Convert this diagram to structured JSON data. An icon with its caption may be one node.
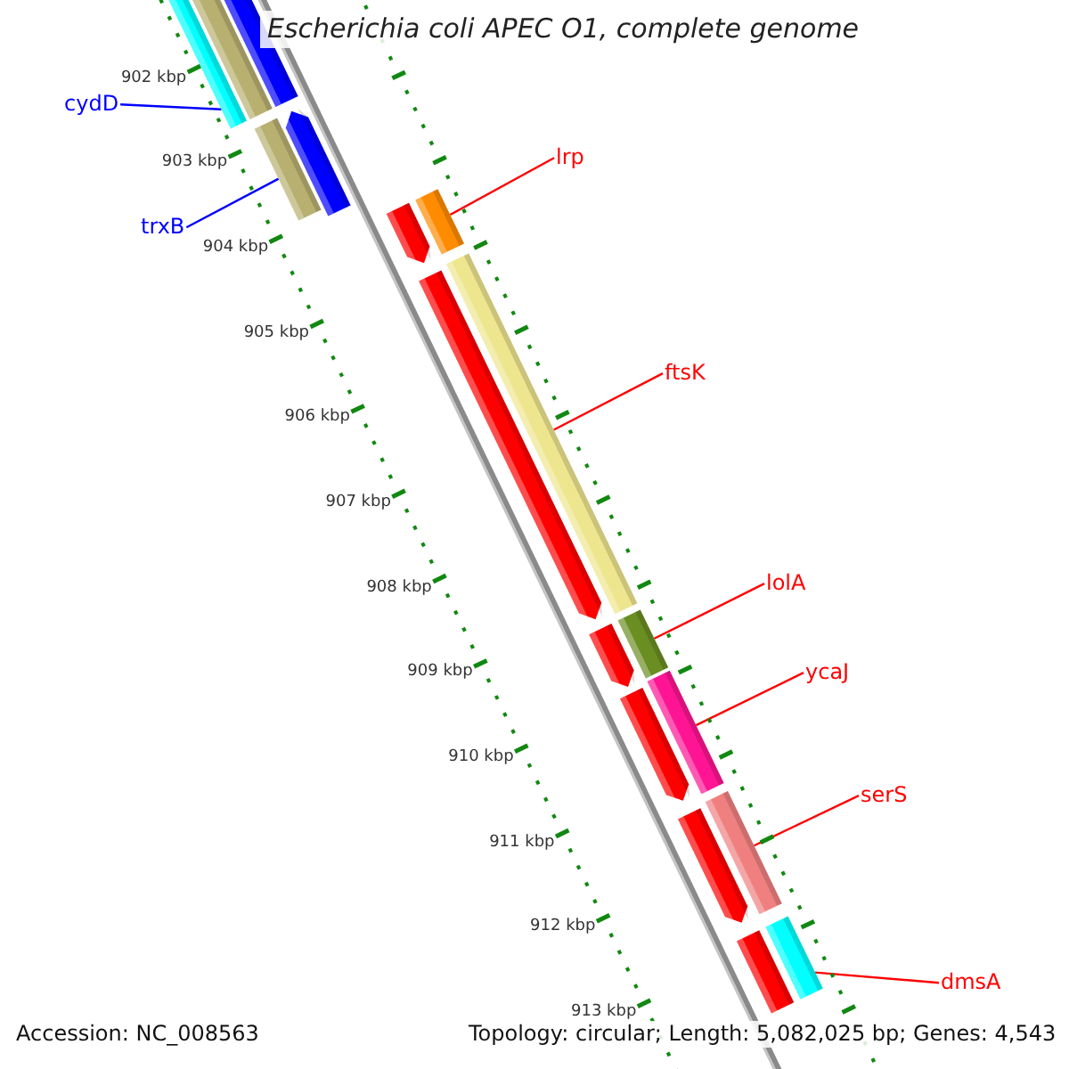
{
  "diagram": {
    "title": "Escherichia coli APEC O1, complete genome",
    "nodes": [
      {
        "text": [
          "cydD"
        ]
      },
      {
        "text": [],
        "shape": "bar"
      },
      {
        "text": [],
        "shape": "bar"
      },
      {
        "text": [],
        "shape": "bar"
      },
      {
        "text": [
          "trxB"
        ]
      },
      {
        "text": [],
        "shape": "bar"
      },
      {
        "text": [],
        "shape": "arrow"
      },
      {
        "text": [
          "lrp"
        ]
      },
      {
        "text": [],
        "shape": "arrow"
      },
      {
        "text": [],
        "shape": "bar"
      },
      {
        "text": [
          "ftsK"
        ]
      },
      {
        "text": [],
        "shape": "arrow"
      },
      {
        "text": [],
        "shape": "bar"
      },
      {
        "text": [
          "lolA"
        ]
      },
      {
        "text": [],
        "shape": "arrow"
      },
      {
        "text": [],
        "shape": "bar"
      },
      {
        "text": [
          "ycaJ"
        ]
      },
      {
        "text": [],
        "shape": "arrow"
      },
      {
        "text": [],
        "shape": "bar"
      },
      {
        "text": [
          "serS"
        ]
      },
      {
        "text": [],
        "shape": "arrow"
      },
      {
        "text": [],
        "shape": "bar"
      },
      {
        "text": [
          "dmsA"
        ]
      },
      {
        "text": [],
        "shape": "bar"
      },
      {
        "text": [],
        "shape": "bar"
      }
    ],
    "edges": [
      {
        "from": 0,
        "to": 1,
        "arrow": "none",
        "color": "#0000ff"
      },
      {
        "from": 4,
        "to": 5,
        "arrow": "none",
        "color": "#0000ff"
      },
      {
        "from": 7,
        "to": 9,
        "arrow": "none"
      },
      {
        "from": 10,
        "to": 12,
        "arrow": "none"
      },
      {
        "from": 13,
        "to": 15,
        "arrow": "none"
      },
      {
        "from": 16,
        "to": 18,
        "arrow": "none"
      },
      {
        "from": 19,
        "to": 21,
        "arrow": "none"
      },
      {
        "from": 22,
        "to": 24,
        "arrow": "none"
      }
    ],
    "labels": [
      "902 kbp",
      "903 kbp",
      "904 kbp",
      "905 kbp",
      "906 kbp",
      "907 kbp",
      "908 kbp",
      "909 kbp",
      "910 kbp",
      "911 kbp",
      "912 kbp",
      "913 kbp",
      "Accession: NC_008563",
      "Topology: circular; Length: 5,082,025 bp; Genes: 4,543"
    ]
  }
}
